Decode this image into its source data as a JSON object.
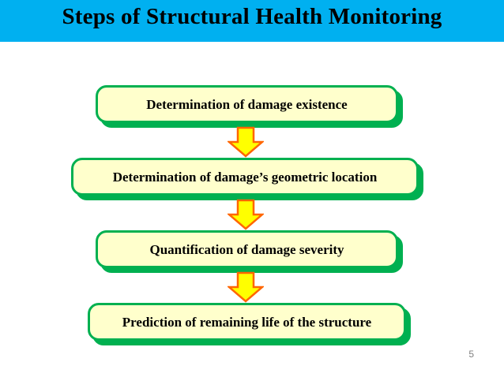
{
  "slide": {
    "title": "Steps of Structural Health Monitoring",
    "page_number": "5",
    "colors": {
      "title_bar": "#00b0f0",
      "box_fill": "#ffffcc",
      "box_border": "#00b050",
      "box_shadow": "#00b050",
      "arrow_fill": "#ffff00",
      "arrow_border": "#ff6600",
      "background": "#ffffff",
      "title_text": "#000000",
      "page_number_text": "#808080"
    }
  },
  "flow": {
    "steps": [
      {
        "label": "Determination of damage existence"
      },
      {
        "label": "Determination of damage’s geometric location"
      },
      {
        "label": "Quantification of damage severity"
      },
      {
        "label": "Prediction of remaining life of the structure"
      }
    ],
    "connectors": [
      {
        "name": "down-arrow-1"
      },
      {
        "name": "down-arrow-2"
      },
      {
        "name": "down-arrow-3"
      }
    ]
  }
}
